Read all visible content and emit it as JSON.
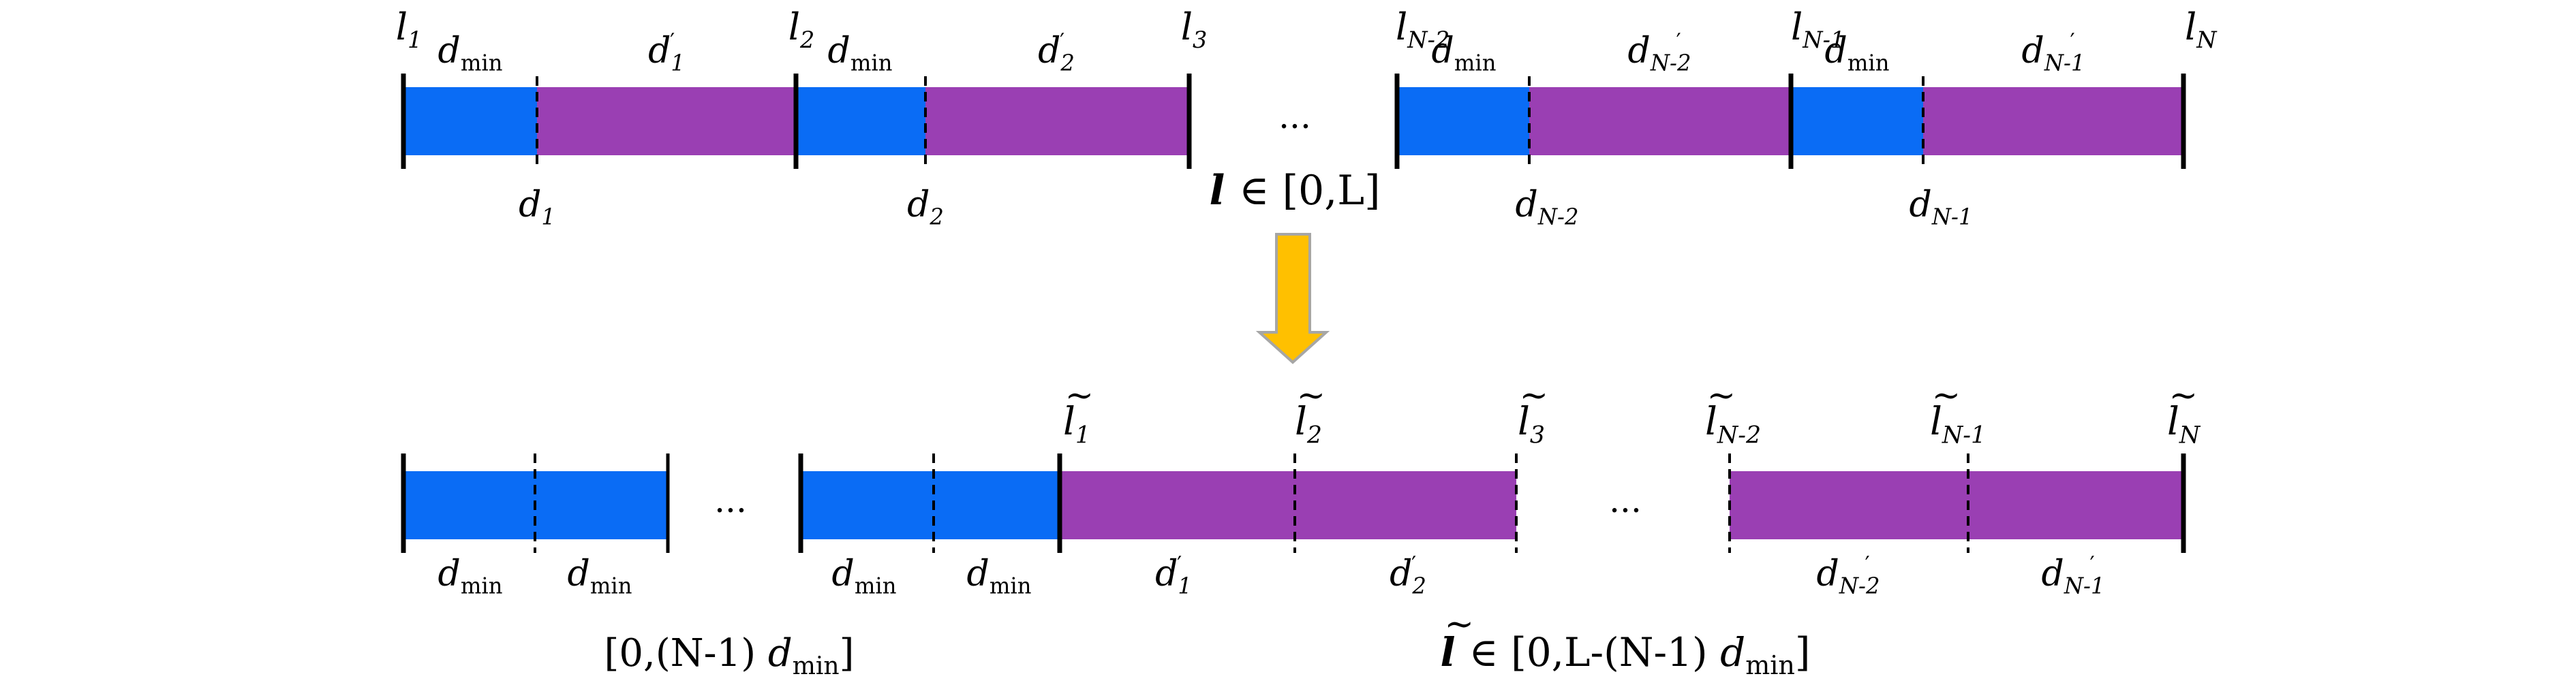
{
  "colors": {
    "blue": "#0a6cf5",
    "purple": "#9a3fb3",
    "arrow_fill": "#ffc000",
    "arrow_stroke": "#a6a6a6",
    "line": "#000000"
  },
  "top": {
    "boundaries": [
      {
        "base": "l",
        "sub": "1",
        "tilde": false
      },
      {
        "base": "l",
        "sub": "2",
        "tilde": false
      },
      {
        "base": "l",
        "sub": "3",
        "tilde": false
      },
      {
        "base": "l",
        "sub": "N-2",
        "tilde": false
      },
      {
        "base": "l",
        "sub": "N-1",
        "tilde": false
      },
      {
        "base": "l",
        "sub": "N",
        "tilde": false
      }
    ],
    "segment_labels_above": [
      {
        "base": "d",
        "sub": "min",
        "prime": false
      },
      {
        "base": "d",
        "sub": "1",
        "prime": true
      },
      {
        "base": "d",
        "sub": "min",
        "prime": false
      },
      {
        "base": "d",
        "sub": "2",
        "prime": true
      },
      {
        "base": "d",
        "sub": "min",
        "prime": false
      },
      {
        "base": "d",
        "sub": "N-2",
        "prime": true
      },
      {
        "base": "d",
        "sub": "min",
        "prime": false
      },
      {
        "base": "d",
        "sub": "N-1",
        "prime": true
      }
    ],
    "cut_labels_below": [
      {
        "base": "d",
        "sub": "1"
      },
      {
        "base": "d",
        "sub": "2"
      },
      {
        "base": "d",
        "sub": "N-2"
      },
      {
        "base": "d",
        "sub": "N-1"
      }
    ],
    "ellipsis": "...",
    "domain": {
      "var": "l",
      "in": "∈",
      "range": "[0,L]"
    }
  },
  "bottom": {
    "boundaries": [
      {
        "base": "l",
        "sub": "1",
        "tilde": true
      },
      {
        "base": "l",
        "sub": "2",
        "tilde": true
      },
      {
        "base": "l",
        "sub": "3",
        "tilde": true
      },
      {
        "base": "l",
        "sub": "N-2",
        "tilde": true
      },
      {
        "base": "l",
        "sub": "N-1",
        "tilde": true
      },
      {
        "base": "l",
        "sub": "N",
        "tilde": true
      }
    ],
    "segment_labels_below": [
      {
        "base": "d",
        "sub": "min",
        "prime": false
      },
      {
        "base": "d",
        "sub": "min",
        "prime": false
      },
      {
        "base": "d",
        "sub": "min",
        "prime": false
      },
      {
        "base": "d",
        "sub": "min",
        "prime": false
      },
      {
        "base": "d",
        "sub": "1",
        "prime": true
      },
      {
        "base": "d",
        "sub": "2",
        "prime": true
      },
      {
        "base": "d",
        "sub": "N-2",
        "prime": true
      },
      {
        "base": "d",
        "sub": "N-1",
        "prime": true
      }
    ],
    "ellipses": [
      "...",
      "..."
    ],
    "left_range": {
      "pre": "[0,(N-1)",
      "d": "d",
      "sub": "min",
      "post": "]"
    },
    "right_range": {
      "var": "l",
      "in": "∈",
      "pre": "[0,L-(N-1)",
      "d": "d",
      "sub": "min",
      "post": "]"
    }
  }
}
